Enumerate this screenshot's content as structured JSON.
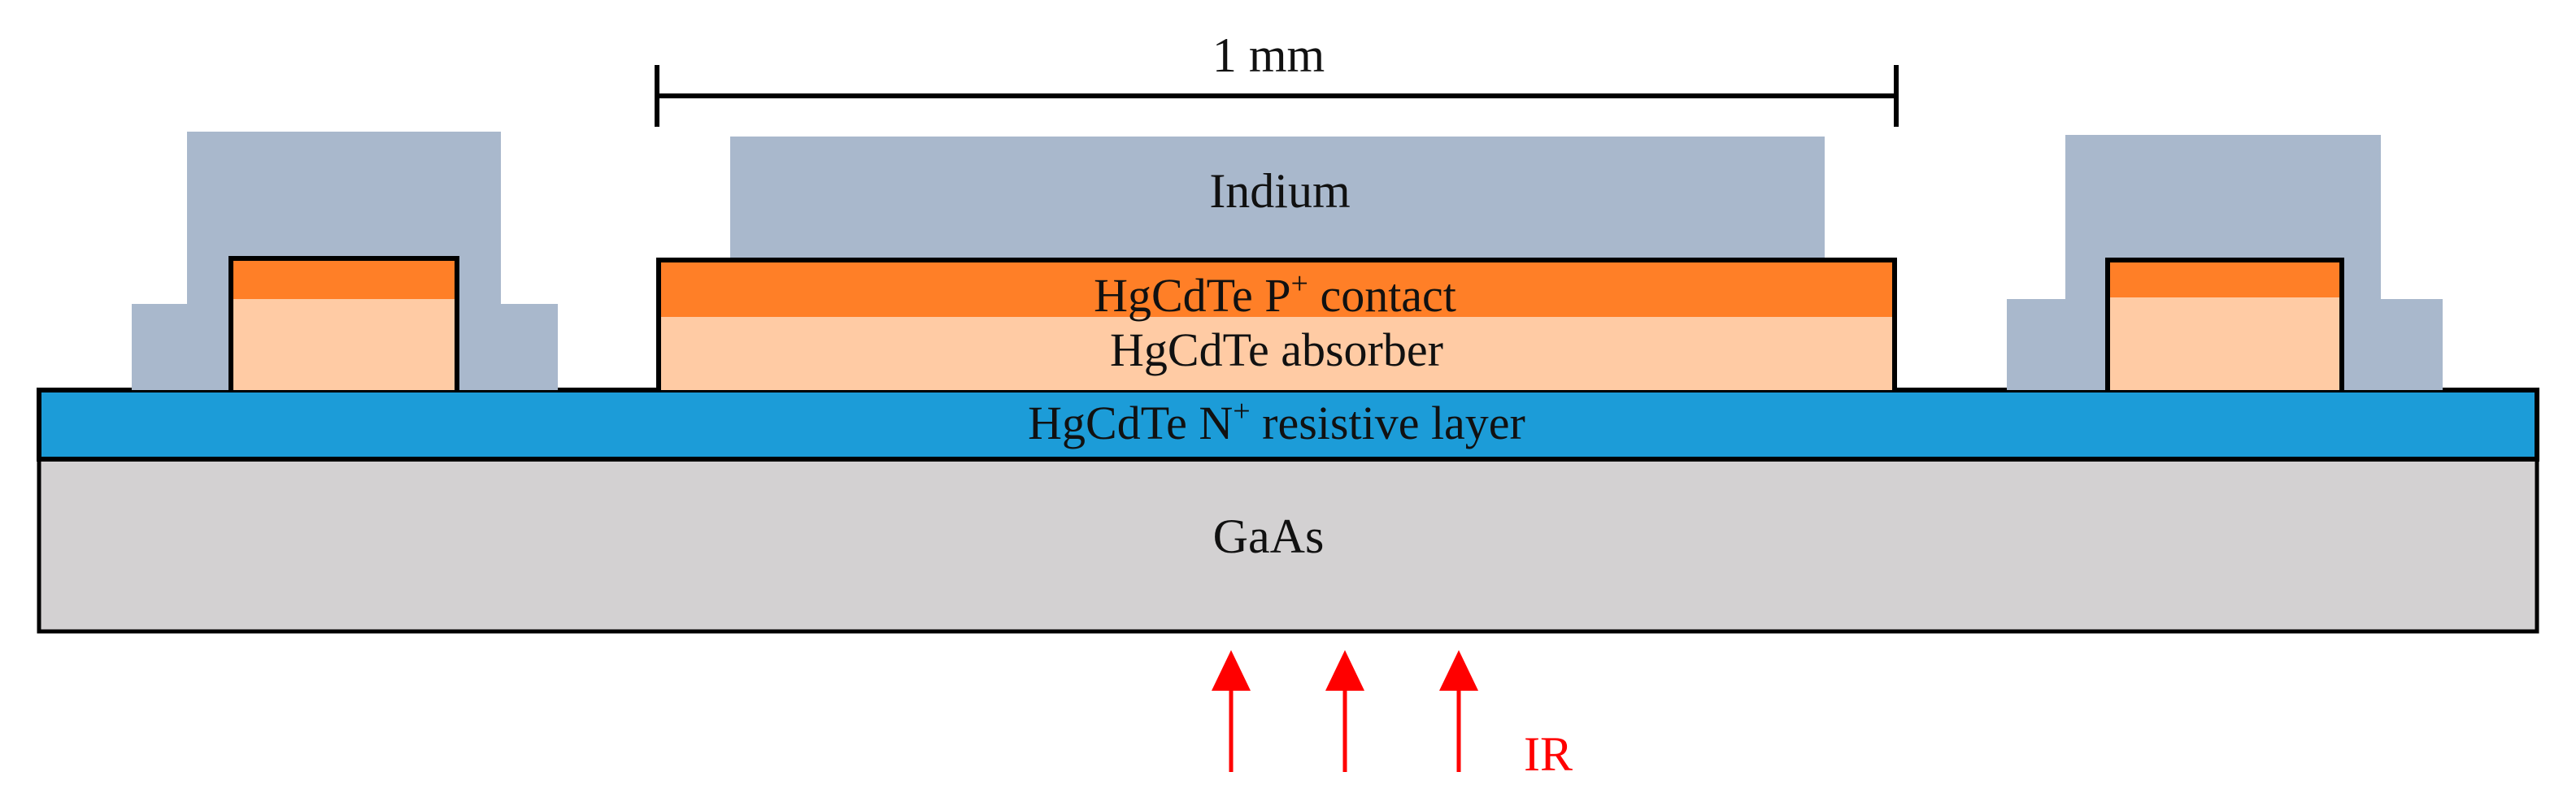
{
  "diagram": {
    "scale_label": "1 mm",
    "layers": {
      "indium": "Indium",
      "p_contact": {
        "base": "HgCdTe P",
        "sup": "+",
        "rest": " contact"
      },
      "absorber": "HgCdTe absorber",
      "n_layer": {
        "base": "HgCdTe N",
        "sup": "+",
        "rest": " resistive layer"
      },
      "substrate": "GaAs"
    },
    "radiation_label": "IR",
    "colors": {
      "indium": "#A9B8CC",
      "p_contact": "#FF7F27",
      "absorber": "#FFCBA4",
      "n_layer": "#1C9CD8",
      "substrate": "#D3D1D2",
      "outline": "#000000",
      "arrow": "#FF0000"
    }
  }
}
